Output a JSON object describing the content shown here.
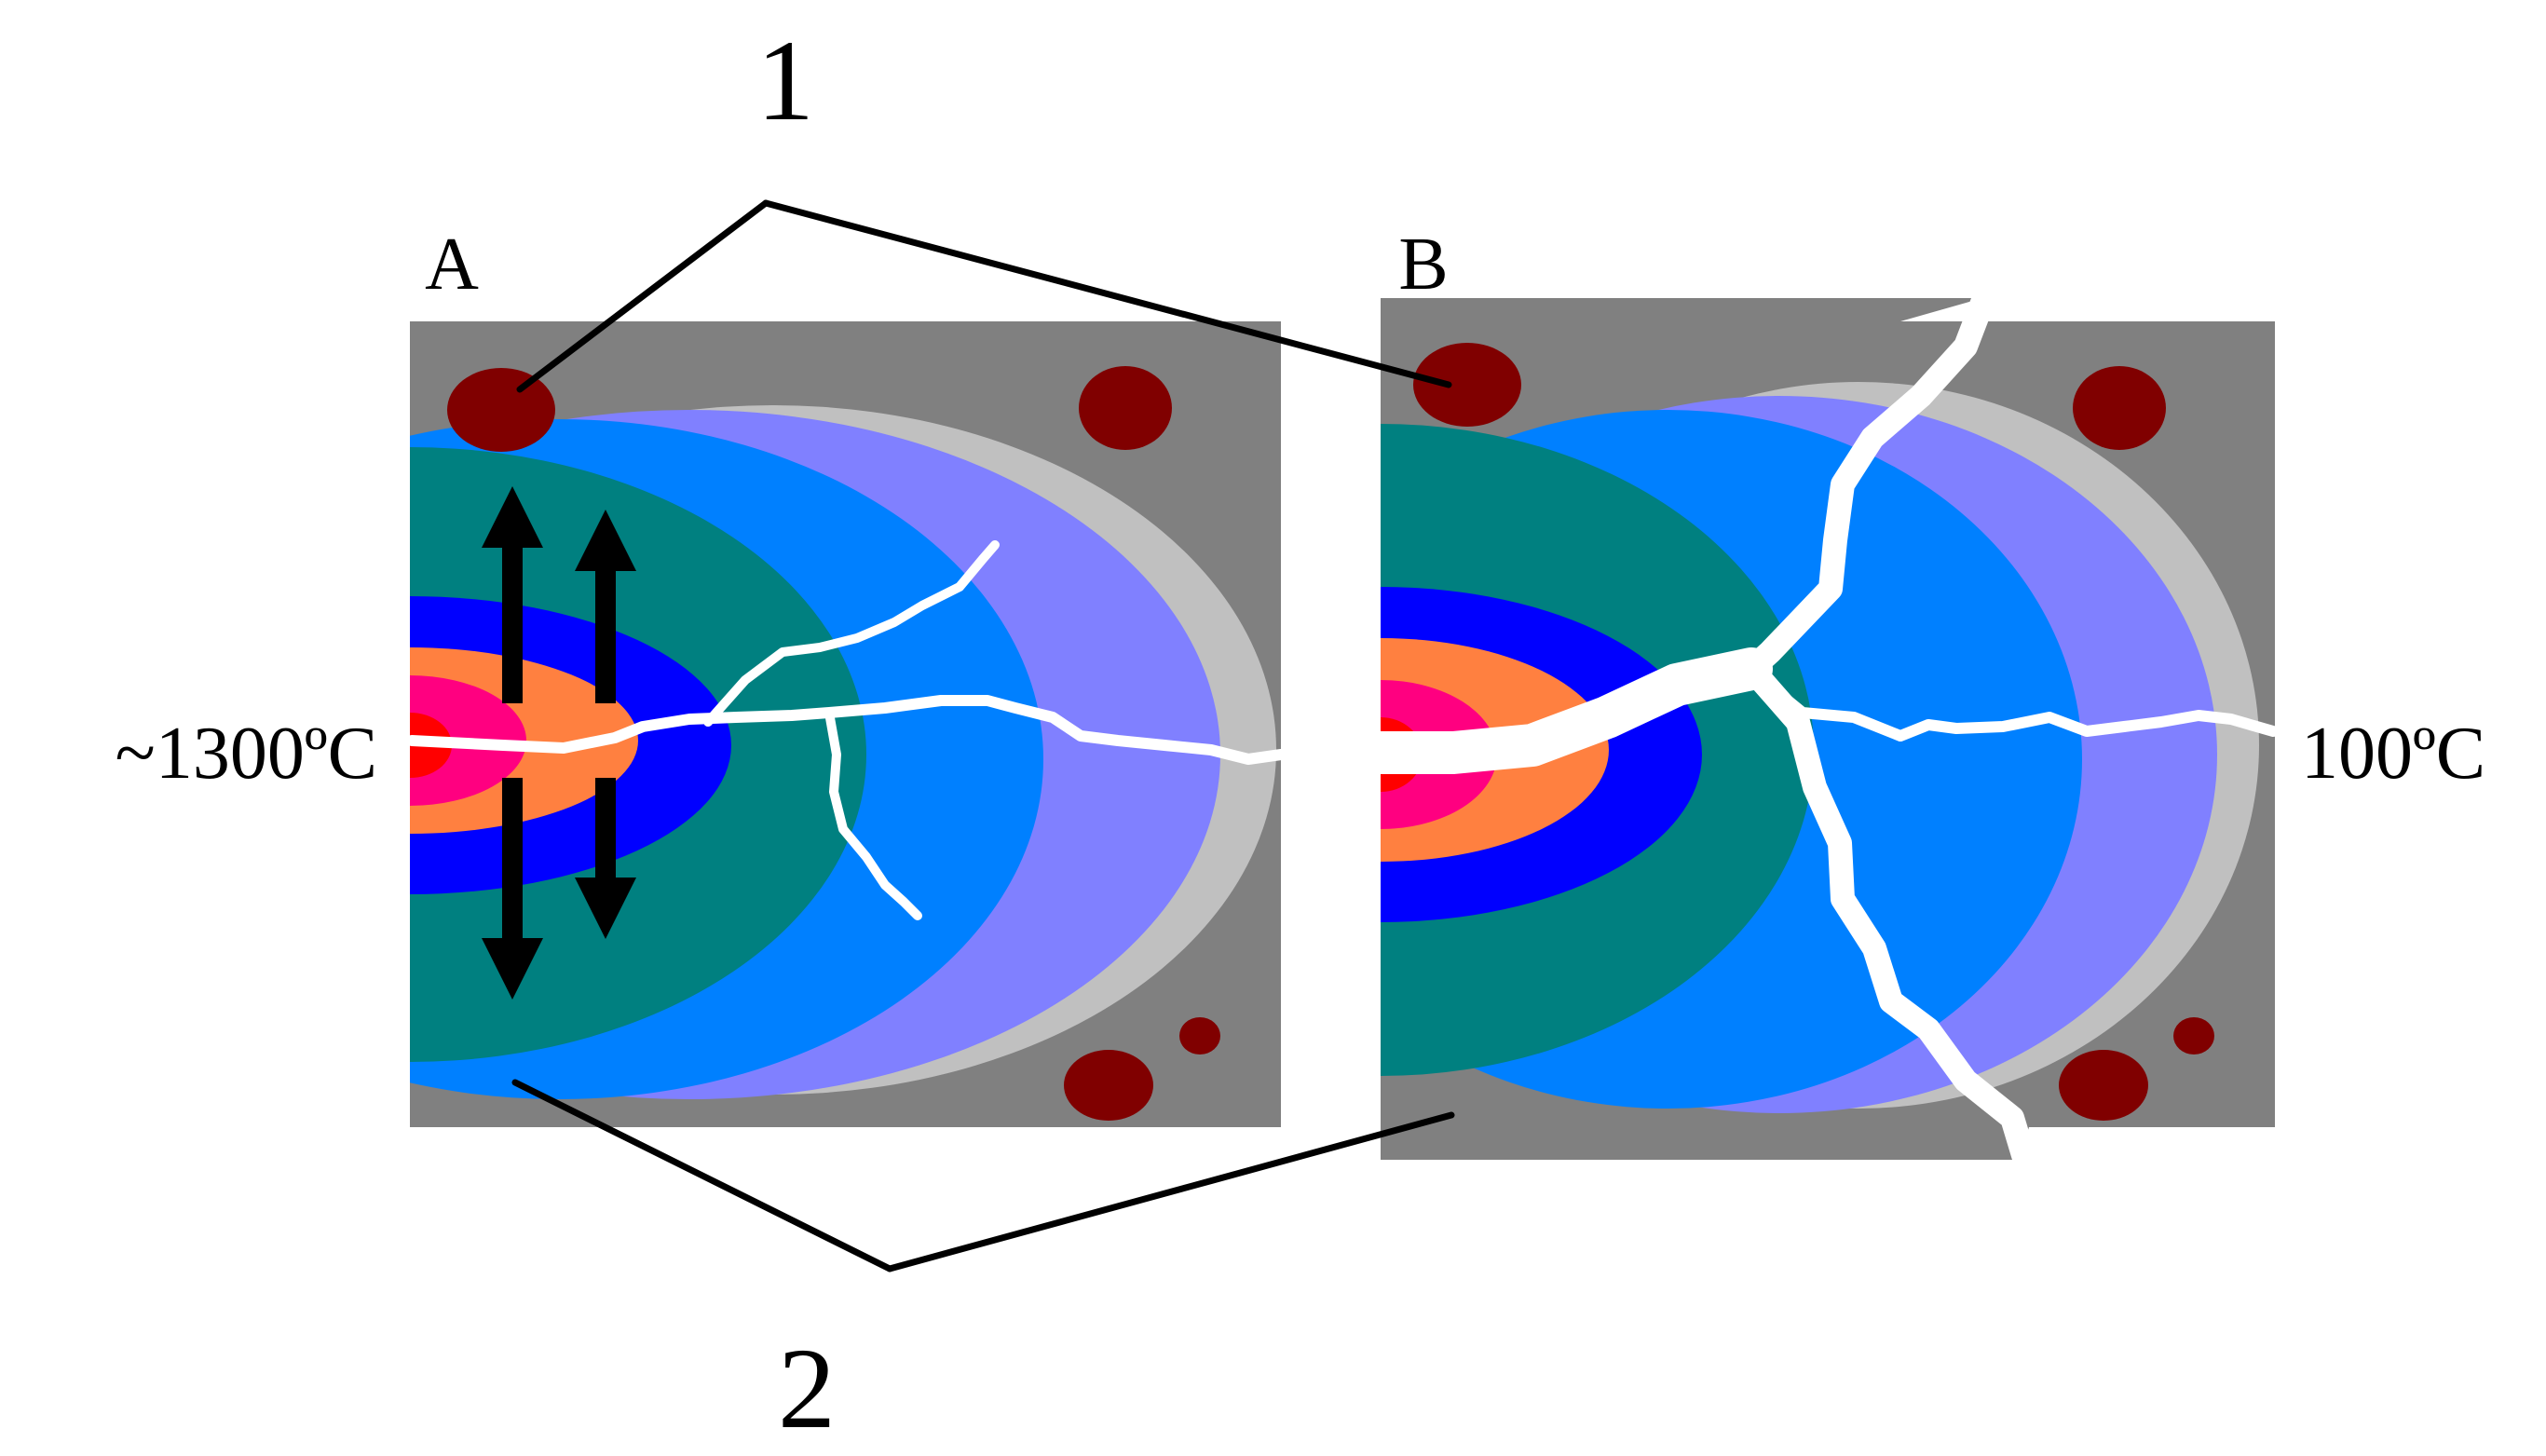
{
  "figure": {
    "callouts": {
      "top": "1",
      "bottom": "2"
    },
    "panels": {
      "left": {
        "label": "A"
      },
      "right": {
        "label": "B"
      }
    },
    "temperatures": {
      "hot_side": "~1300ºC",
      "cold_side": "100ºC"
    }
  },
  "colors": {
    "background": "#ffffff",
    "block_gray": "#808080",
    "zone_outer_lightgray": "#c0c0c0",
    "zone_periwinkle": "#8080ff",
    "zone_azure": "#0080ff",
    "zone_teal": "#008080",
    "zone_blue": "#0000ff",
    "zone_orange": "#ff8040",
    "zone_pink": "#ff0080",
    "zone_red": "#ff0000",
    "inclusion_darkred": "#800000",
    "crack_white": "#ffffff",
    "arrow_black": "#000000"
  }
}
